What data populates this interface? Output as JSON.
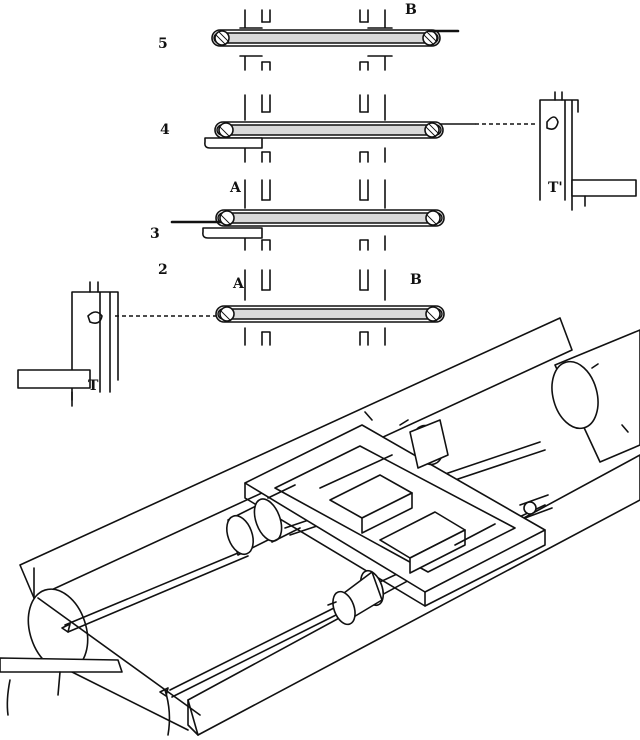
{
  "stages": [
    {
      "num": "5",
      "left_letter": "",
      "right_letter": "B"
    },
    {
      "num": "4",
      "left_letter": "",
      "right_letter": ""
    },
    {
      "num": "3",
      "left_letter": "A",
      "right_letter": ""
    },
    {
      "num": "2",
      "left_letter": "A",
      "right_letter": "B"
    }
  ],
  "tensioner_right_label": "T'",
  "tensioner_left_label": "T"
}
